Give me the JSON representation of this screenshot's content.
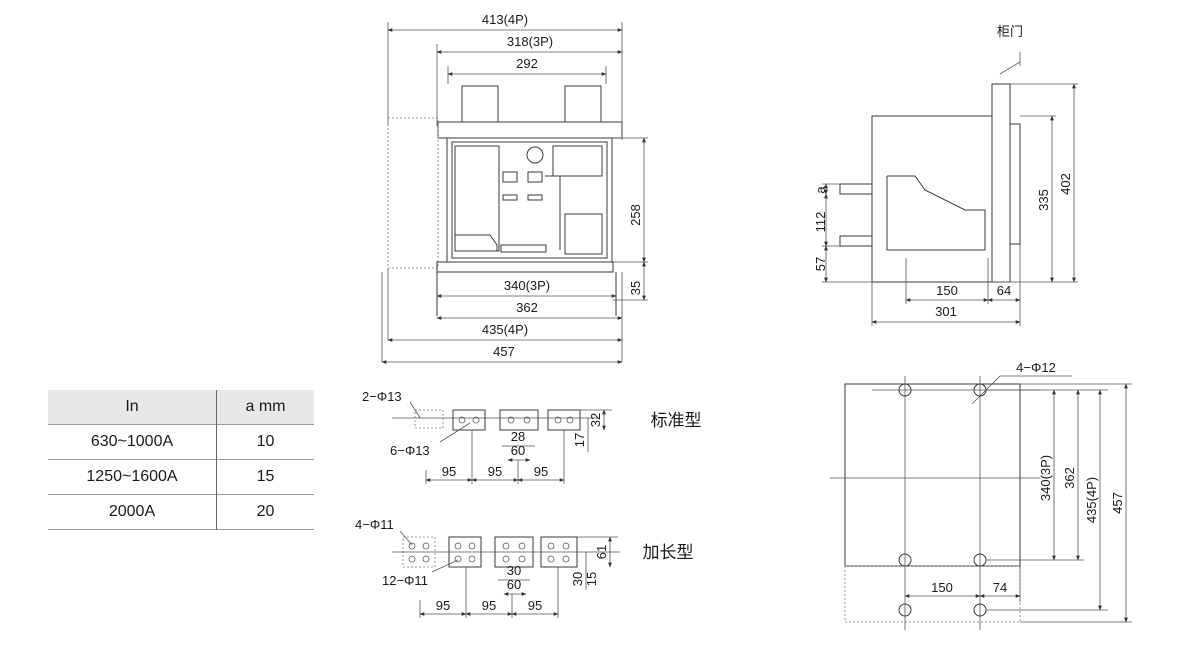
{
  "front_view": {
    "dims": {
      "w413": "413(4P)",
      "w318": "318(3P)",
      "w292": "292",
      "h258": "258",
      "w340": "340(3P)",
      "w362": "362",
      "h35": "35",
      "w435": "435(4P)",
      "w457": "457"
    }
  },
  "side_view": {
    "door_label": "柜门",
    "dims": {
      "a": "a",
      "h112": "112",
      "h57": "57",
      "h335": "335",
      "h402": "402",
      "w150": "150",
      "w64": "64",
      "w301": "301"
    }
  },
  "terminal_standard": {
    "title": "标准型",
    "dims": {
      "hole2": "2−Φ13",
      "hole6": "6−Φ13",
      "d28": "28",
      "d60": "60",
      "d95a": "95",
      "d95b": "95",
      "d95c": "95",
      "d32": "32",
      "d17": "17"
    }
  },
  "terminal_extended": {
    "title": "加长型",
    "dims": {
      "hole4": "4−Φ11",
      "hole12": "12−Φ11",
      "d30a": "30",
      "d60": "60",
      "d95a": "95",
      "d95b": "95",
      "d95c": "95",
      "d61": "61",
      "d30b": "30",
      "d15": "15"
    }
  },
  "mount_plan": {
    "dims": {
      "hole": "4−Φ12",
      "h340": "340(3P)",
      "h362": "362",
      "h435": "435(4P)",
      "h457": "457",
      "w150": "150",
      "w74": "74"
    }
  },
  "table": {
    "headers": [
      "In",
      "a mm"
    ],
    "rows": [
      {
        "in": "630~1000A",
        "a": "10"
      },
      {
        "in": "1250~1600A",
        "a": "15"
      },
      {
        "in": "2000A",
        "a": "20"
      }
    ]
  }
}
